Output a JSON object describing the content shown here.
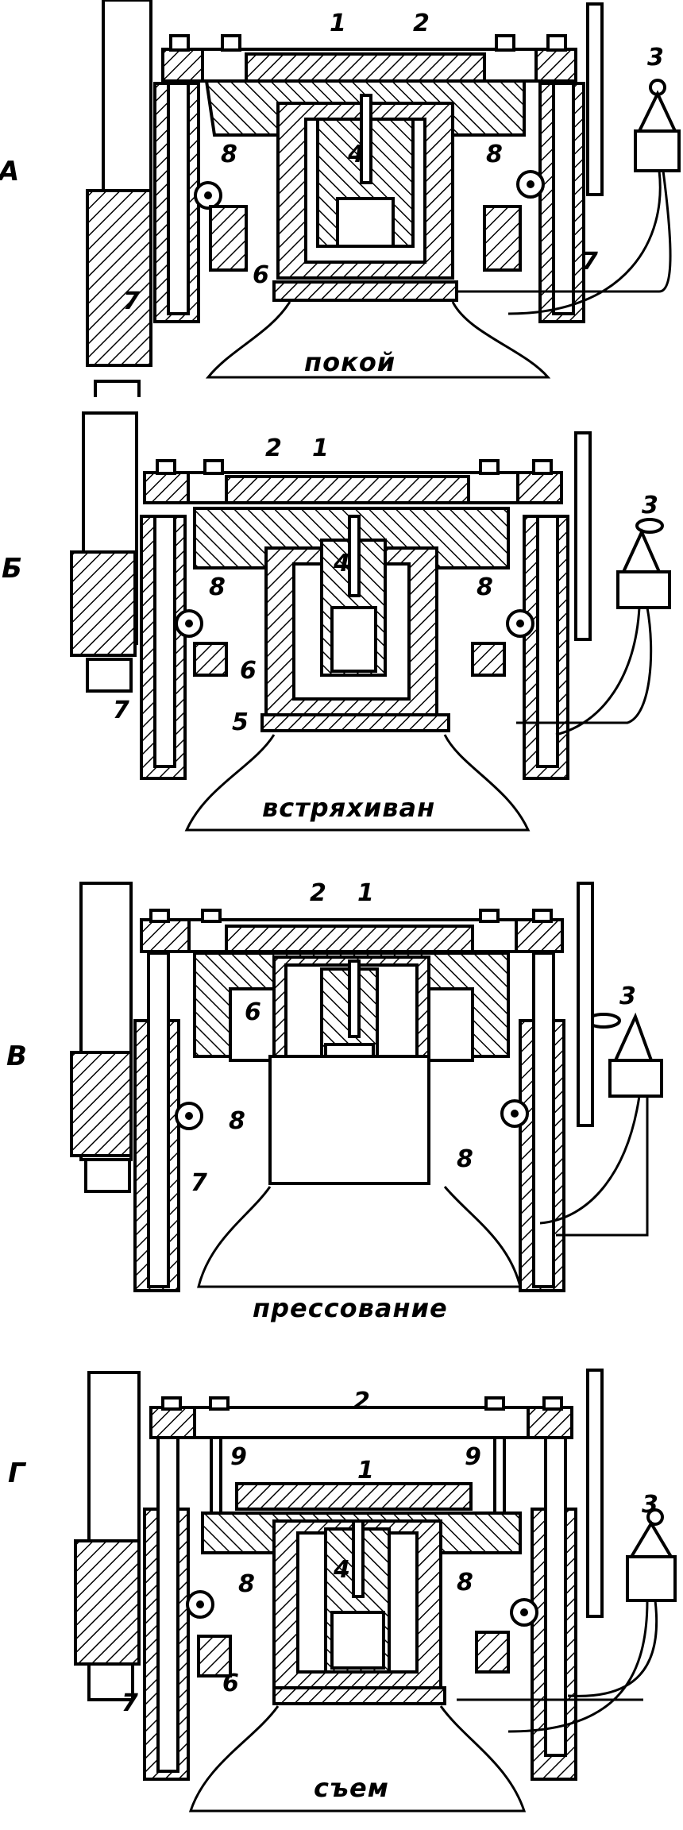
{
  "figure": {
    "stages": [
      {
        "letter": "А",
        "caption": "покой",
        "labels": {
          "n1": "1",
          "n2": "2",
          "n3": "3",
          "n4": "4",
          "n6": "6",
          "n7a": "7",
          "n7b": "7",
          "n8a": "8",
          "n8b": "8"
        }
      },
      {
        "letter": "Б",
        "caption": "встряхиван",
        "labels": {
          "n1": "1",
          "n2": "2",
          "n3": "3",
          "n4": "4",
          "n5": "5",
          "n6": "6",
          "n7": "7",
          "n8a": "8",
          "n8b": "8"
        }
      },
      {
        "letter": "В",
        "caption": "прессование",
        "labels": {
          "n1": "1",
          "n2": "2",
          "n3": "3",
          "n6": "6",
          "n7": "7",
          "n8a": "8",
          "n8b": "8"
        }
      },
      {
        "letter": "Г",
        "caption": "съем",
        "labels": {
          "n1": "1",
          "n2": "2",
          "n3": "3",
          "n4": "4",
          "n6": "6",
          "n7": "7",
          "n8a": "8",
          "n8b": "8",
          "n9a": "9",
          "n9b": "9"
        }
      }
    ]
  }
}
